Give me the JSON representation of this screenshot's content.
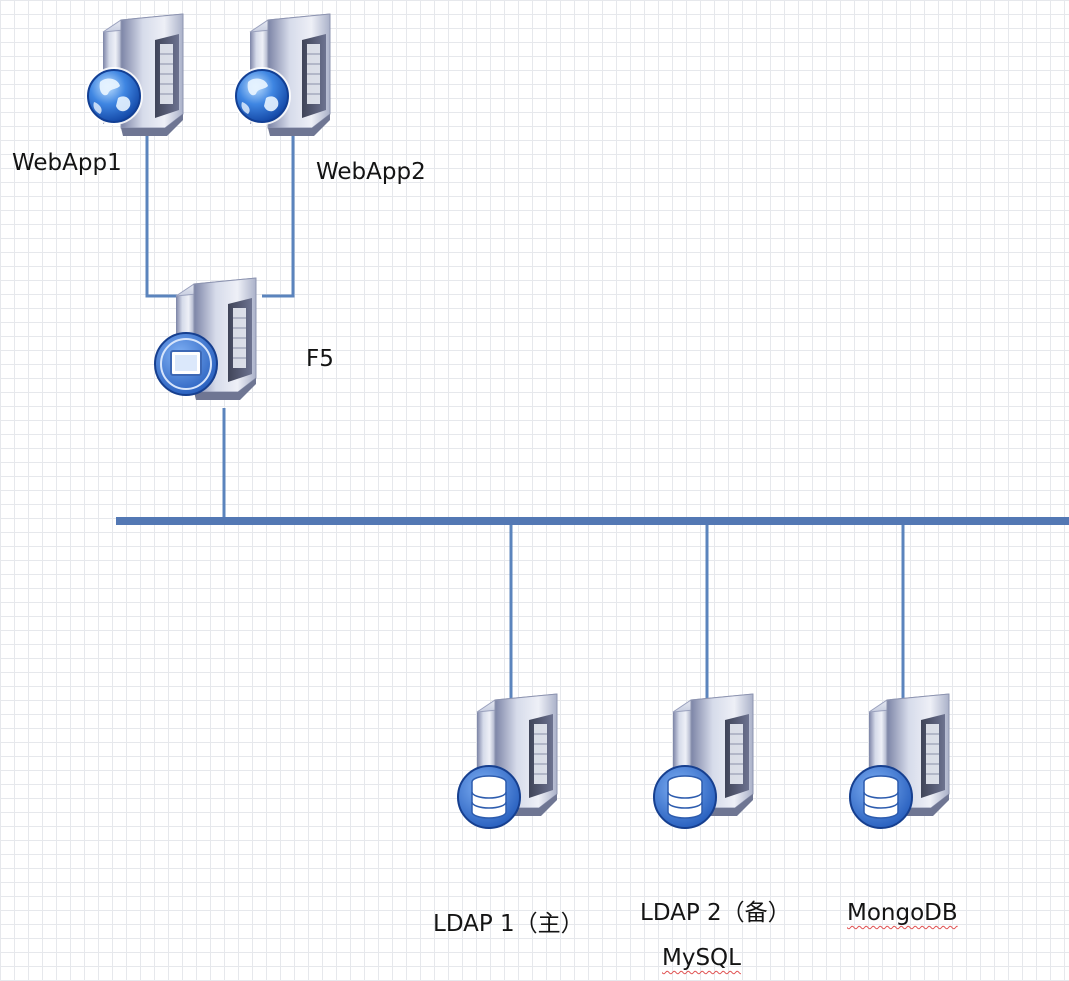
{
  "nodes": {
    "webapp1": {
      "label": "WebApp1",
      "icon": "globe-icon"
    },
    "webapp2": {
      "label": "WebApp2",
      "icon": "globe-icon"
    },
    "f5": {
      "label": "F5",
      "icon": "monitor-icon"
    },
    "ldap1": {
      "label": "LDAP 1（主）",
      "icon": "database-icon"
    },
    "ldap2": {
      "label": "LDAP 2（备）",
      "sublabel": "MySQL",
      "icon": "database-icon"
    },
    "mongodb": {
      "label": "MongoDB",
      "icon": "database-icon"
    }
  },
  "colors": {
    "link": "#5b84bd",
    "bus": "#5378b4",
    "badge": "#2f62c4",
    "tower": "#a4abc3"
  }
}
